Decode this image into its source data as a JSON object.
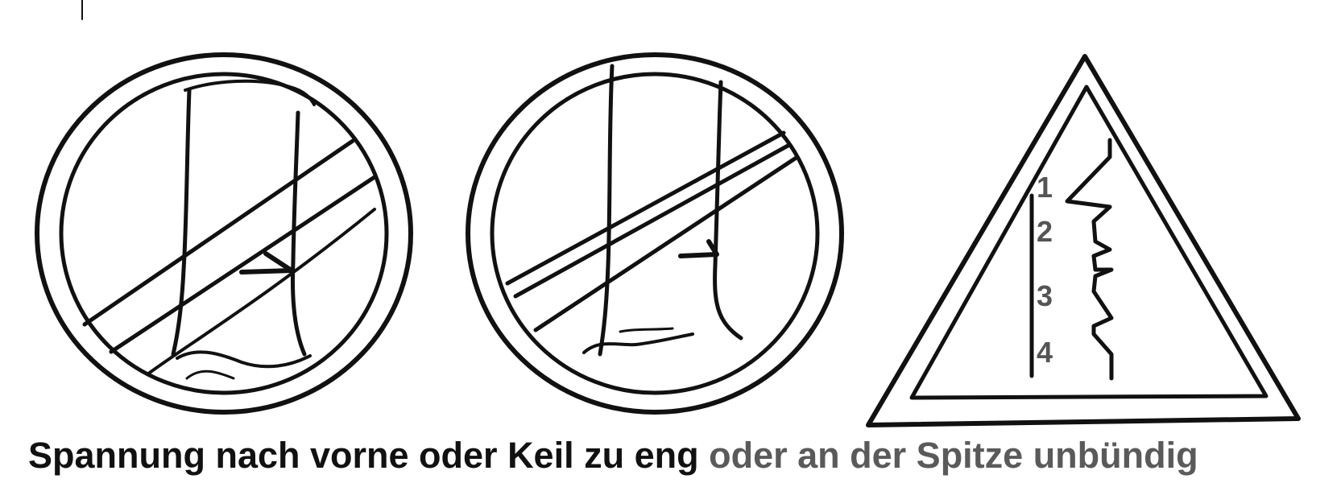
{
  "caption": {
    "part1": "Spannung nach vorne oder Keil zu eng",
    "part2": "oder an der Spitze unbündig"
  },
  "warning_sign": {
    "steps": [
      "1",
      "2",
      "3",
      "4"
    ]
  },
  "colors": {
    "ink": "#111111",
    "caption_primary": "#111111",
    "caption_secondary": "#5a5a5a",
    "numbers": "#555555"
  }
}
